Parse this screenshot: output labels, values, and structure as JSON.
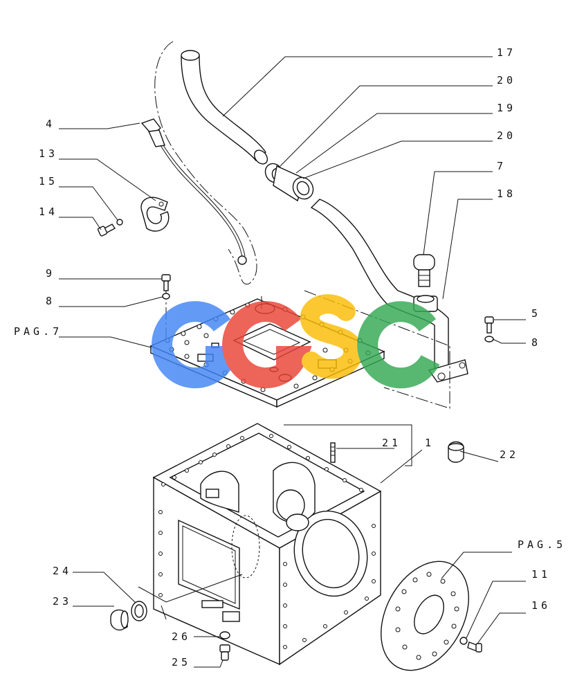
{
  "callouts": {
    "c17": "17",
    "c20a": "20",
    "c19": "19",
    "c20b": "20",
    "c7": "7",
    "c18": "18",
    "c4": "4",
    "c13": "13",
    "c15": "15",
    "c14": "14",
    "c9": "9",
    "c8a": "8",
    "pag7": "PAG.7",
    "c5": "5",
    "c8b": "8",
    "c21": "21",
    "c1": "1",
    "c22": "22",
    "pag5": "PAG.5",
    "c11": "11",
    "c16": "16",
    "c24": "24",
    "c23": "23",
    "c26": "26",
    "c25": "25"
  },
  "watermark": {
    "letters": [
      "G",
      "G",
      "S",
      "C"
    ],
    "colors": [
      "#4285f4",
      "#ea4335",
      "#fbbc05",
      "#34a853"
    ]
  }
}
